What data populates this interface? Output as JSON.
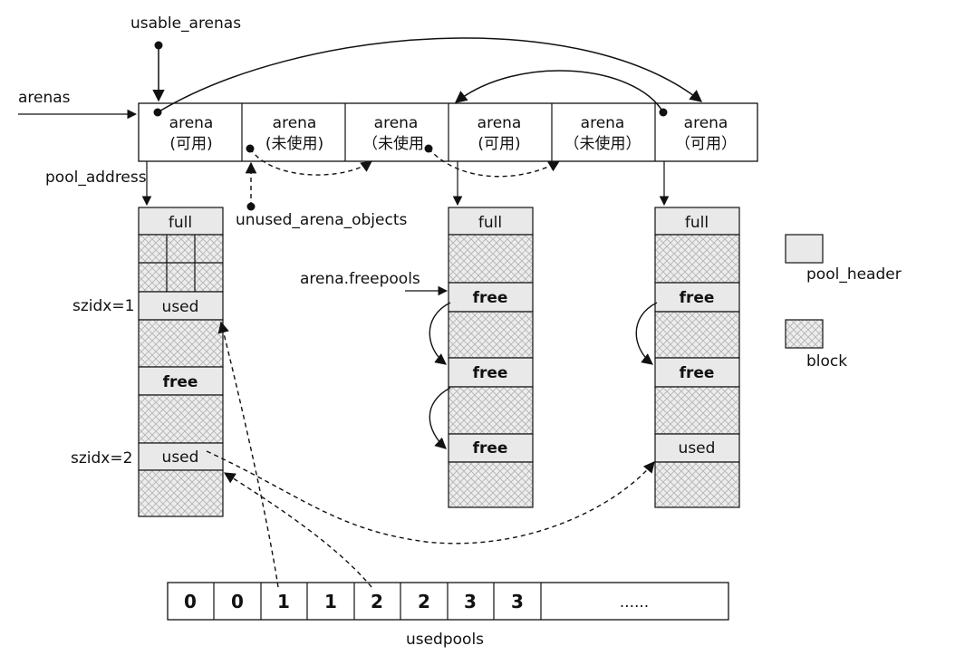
{
  "labels": {
    "usable_arenas": "usable_arenas",
    "arenas": "arenas",
    "pool_address": "pool_address",
    "unused_arena_objects": "unused_arena_objects",
    "arena_freepools": "arena.freepools",
    "szidx1": "szidx=1",
    "szidx2": "szidx=2",
    "usedpools": "usedpools"
  },
  "arena_cells": [
    {
      "line1": "arena",
      "line2": "(可用)"
    },
    {
      "line1": "arena",
      "line2": "(未使用)"
    },
    {
      "line1": "arena",
      "line2": "（未使用"
    },
    {
      "line1": "arena",
      "line2": "(可用)"
    },
    {
      "line1": "arena",
      "line2": "（未使用）"
    },
    {
      "line1": "arena",
      "line2": "（可用）"
    }
  ],
  "pool1": {
    "full": "full",
    "used1": "used",
    "free": "free",
    "used2": "used"
  },
  "pool2": {
    "full": "full",
    "free1": "free",
    "free2": "free",
    "free3": "free"
  },
  "pool3": {
    "full": "full",
    "free1": "free",
    "free2": "free",
    "used": "used"
  },
  "legend": {
    "pool_header": "pool_header",
    "block": "block"
  },
  "usedpools_values": [
    "0",
    "0",
    "1",
    "1",
    "2",
    "2",
    "3",
    "3",
    "......"
  ],
  "colors": {
    "pool_header_fill": "#e9e9e9",
    "block_fill": "#ededed",
    "hatch": "#b4b4b4",
    "stroke": "#111111"
  }
}
